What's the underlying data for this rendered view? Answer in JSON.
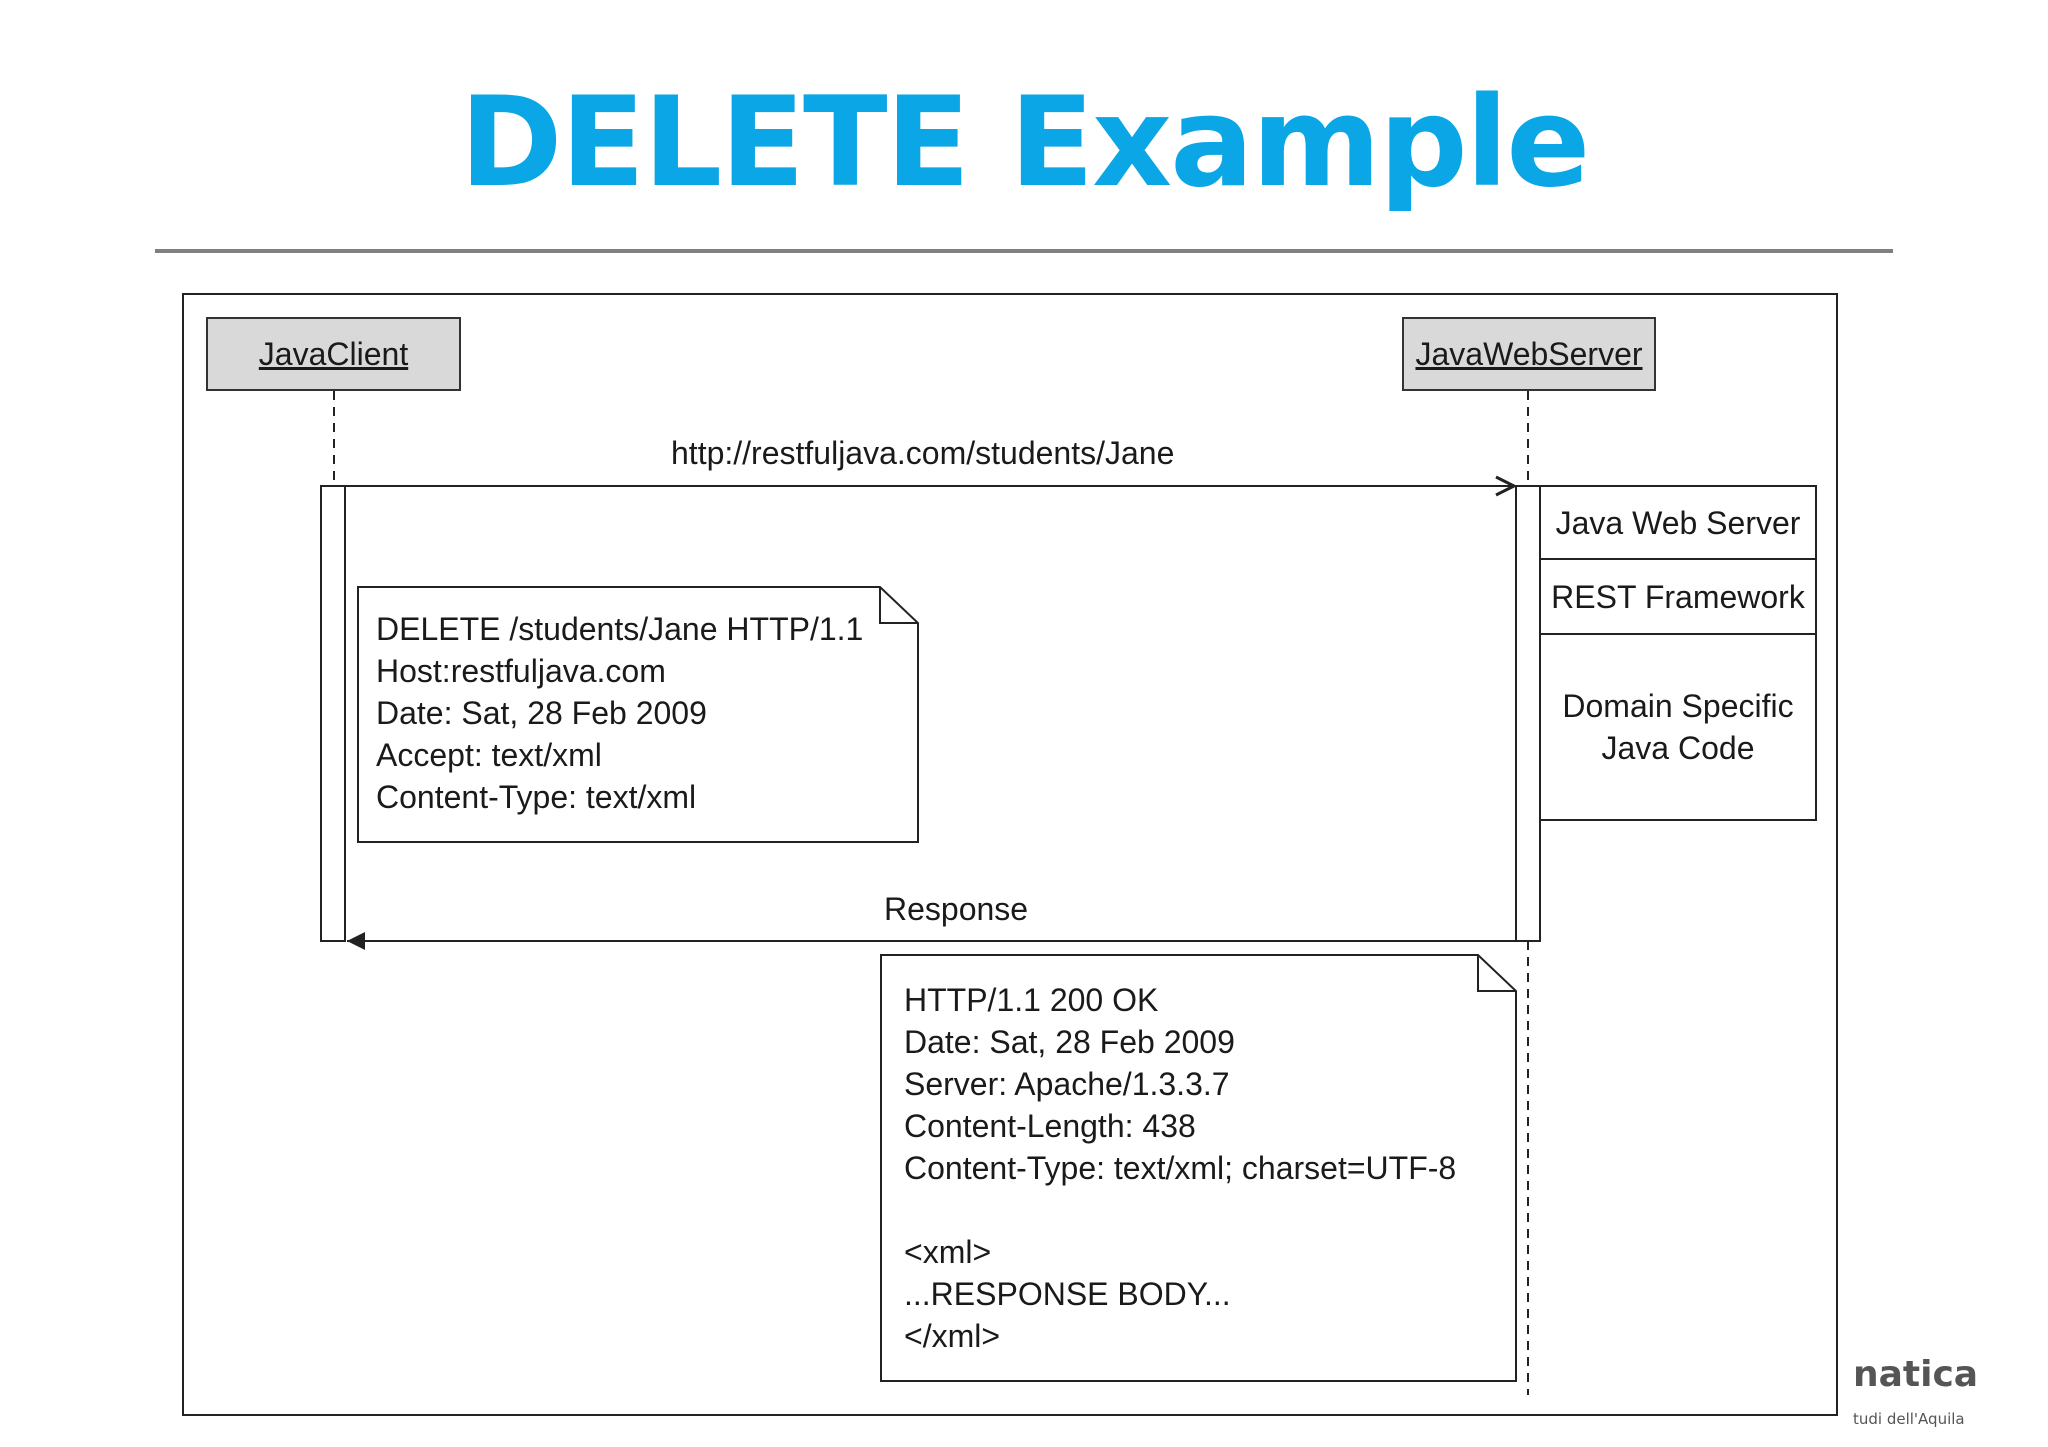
{
  "title": "DELETE Example",
  "actors": {
    "client": "JavaClient",
    "server": "JavaWebServer"
  },
  "messages": {
    "request_url": "http://restfuljava.com/students/Jane",
    "response": "Response"
  },
  "request_note": [
    "DELETE /students/Jane HTTP/1.1",
    "Host:restfuljava.com",
    "Date: Sat, 28 Feb 2009",
    "Accept: text/xml",
    "Content-Type: text/xml"
  ],
  "response_note": [
    "HTTP/1.1 200 OK",
    "Date: Sat, 28 Feb 2009",
    "Server: Apache/1.3.3.7",
    "Content-Length: 438",
    "Content-Type: text/xml; charset=UTF-8",
    "",
    "<xml>",
    "...RESPONSE BODY...",
    "</xml>"
  ],
  "server_stack": {
    "layer1": "Java Web Server",
    "layer2": "REST Framework",
    "layer3_line1": "Domain Specific",
    "layer3_line2": "Java Code"
  },
  "logo": {
    "text": "natica",
    "subtext": "tudi dell'Aquila"
  },
  "colors": {
    "title": "#0aa6e6",
    "actor_fill": "#d9d9d9",
    "rule": "#808080"
  }
}
